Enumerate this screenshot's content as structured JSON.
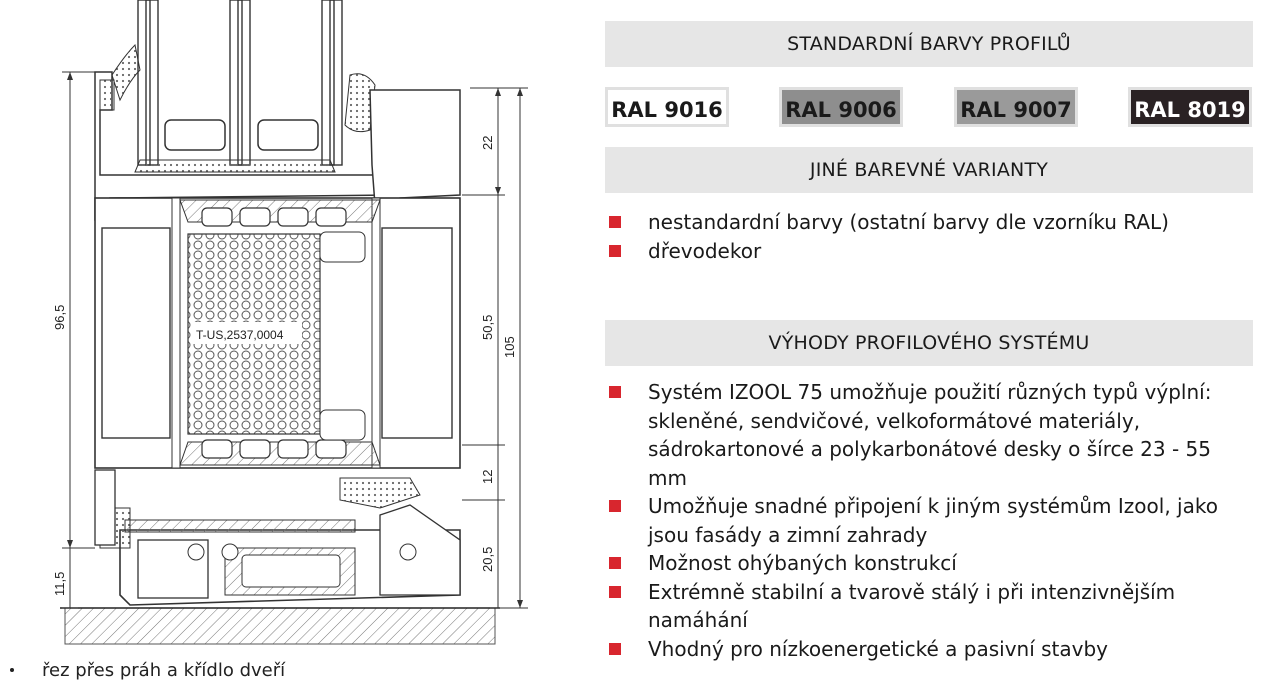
{
  "drawing": {
    "labels": {
      "dim_22": "22",
      "dim_965": "96,5",
      "dim_505": "50,5",
      "dim_105": "105",
      "dim_12": "12",
      "dim_205": "20,5",
      "dim_115": "11,5",
      "profile_code": "T-US,2537,0004"
    },
    "caption": "řez přes práh a křídlo dveří"
  },
  "standard_colors": {
    "title": "STANDARDNÍ BARVY PROFILŮ",
    "chips": [
      {
        "label": "RAL 9016",
        "color": "#ffffff"
      },
      {
        "label": "RAL 9006",
        "color": "#8e8e8e"
      },
      {
        "label": "RAL 9007",
        "color": "#9a9a9a"
      },
      {
        "label": "RAL 8019",
        "color": "#2a2224"
      }
    ]
  },
  "other_colors": {
    "title": "JINÉ BAREVNÉ VARIANTY",
    "items": [
      "nestandardní barvy (ostatní barvy dle vzorníku RAL)",
      "dřevodekor"
    ]
  },
  "advantages": {
    "title": "VÝHODY PROFILOVÉHO SYSTÉMU",
    "items": [
      "Systém IZOOL 75 umožňuje použití různých typů výplní: skleněné, sendvičové, velkoformátové materiály, sádrokartonové a polykarbonátové desky o šírce 23 - 55 mm",
      "Umožňuje snadné připojení k jiným systémům Izool, jako jsou fasády a zimní zahrady",
      "Možnost ohýbaných konstrukcí",
      "Extrémně stabilní a tvarově stálý i při intenzivnějším namáhání",
      "Vhodný pro nízkoenergetické a pasivní stavby"
    ]
  },
  "colors": {
    "bullet": "#d8262e",
    "band": "#e6e6e6"
  }
}
